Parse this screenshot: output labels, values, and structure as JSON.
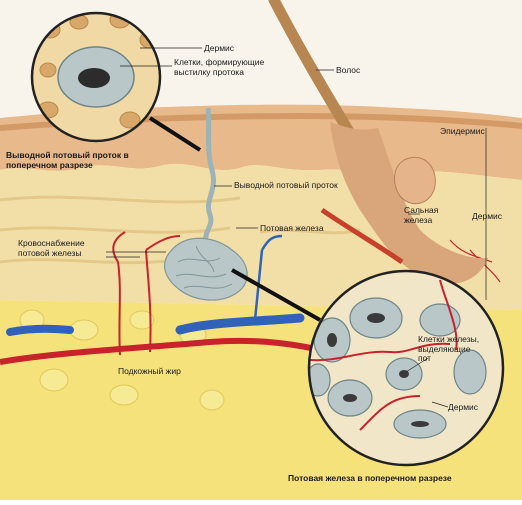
{
  "labels": {
    "dermis_top": "Дермис",
    "duct_cells": "Клетки, формирующие выстилку протока",
    "hair": "Волос",
    "epidermis": "Эпидермис",
    "duct_cross_section": "Выводной потовый проток в поперечном разрезе",
    "excretory_duct": "Выводной потовый проток",
    "sebaceous_gland": "Сальная железа",
    "dermis_right": "Дермис",
    "sweat_gland": "Потовая железа",
    "blood_supply": "Кровоснабжение потовой железы",
    "subcutaneous_fat": "Подкожный жир",
    "secreting_cells": "Клетки железы, выделяющие пот",
    "dermis_inset": "Дермис",
    "gland_cross_section": "Потовая железа в поперечном разрезе"
  },
  "colors": {
    "epidermis_skin": "#e8b98a",
    "dermis_fiber": "#f2dfa8",
    "fat": "#f5e27a",
    "artery": "#c8222c",
    "vein": "#2f62b8",
    "gland": "#b9c7c9",
    "hair": "#b88650"
  }
}
